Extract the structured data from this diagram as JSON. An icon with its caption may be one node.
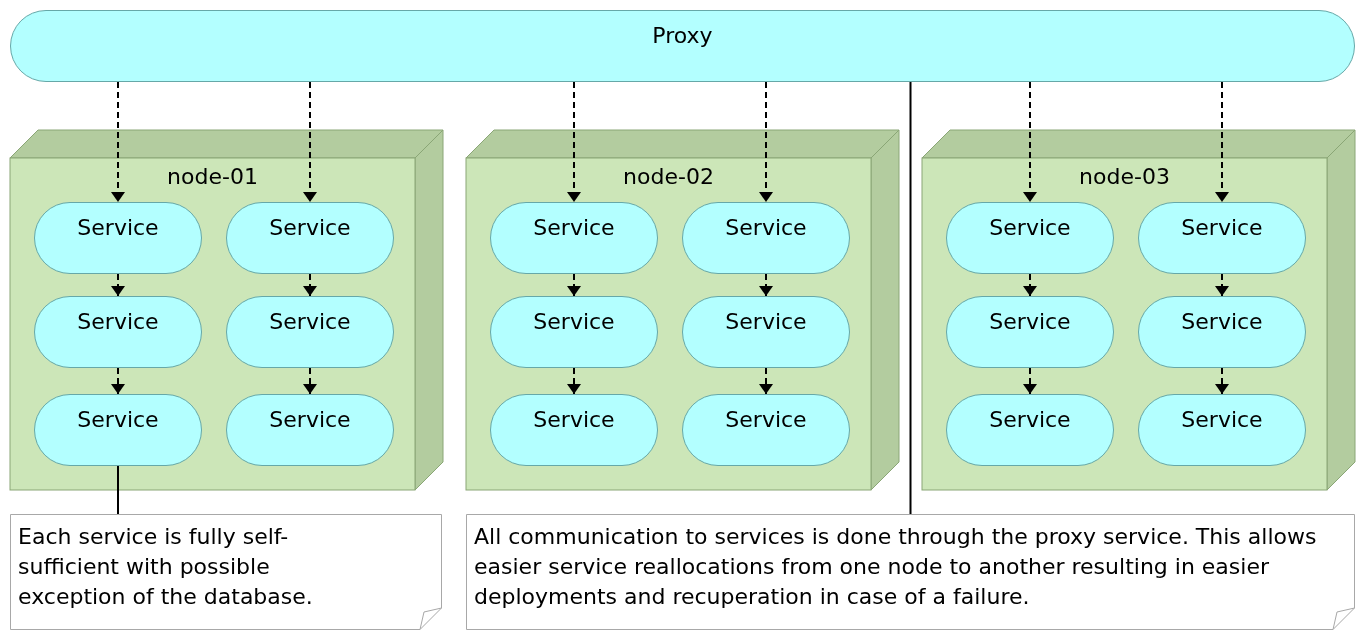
{
  "diagram": {
    "nodes": [
      {
        "text": [
          "Proxy"
        ]
      },
      {
        "text": [
          "node-01"
        ]
      },
      {
        "text": [
          "Service"
        ],
        "in": 1
      },
      {
        "text": [
          "Service"
        ],
        "in": 1
      },
      {
        "text": [
          "Service"
        ],
        "in": 1
      },
      {
        "text": [
          "Service"
        ],
        "in": 1
      },
      {
        "text": [
          "Service"
        ],
        "in": 1
      },
      {
        "text": [
          "Service"
        ],
        "in": 1
      },
      {
        "text": [
          "node-02"
        ]
      },
      {
        "text": [
          "Service"
        ],
        "in": 8
      },
      {
        "text": [
          "Service"
        ],
        "in": 8
      },
      {
        "text": [
          "Service"
        ],
        "in": 8
      },
      {
        "text": [
          "Service"
        ],
        "in": 8
      },
      {
        "text": [
          "Service"
        ],
        "in": 8
      },
      {
        "text": [
          "Service"
        ],
        "in": 8
      },
      {
        "text": [
          "node-03"
        ]
      },
      {
        "text": [
          "Service"
        ],
        "in": 15
      },
      {
        "text": [
          "Service"
        ],
        "in": 15
      },
      {
        "text": [
          "Service"
        ],
        "in": 15
      },
      {
        "text": [
          "Service"
        ],
        "in": 15
      },
      {
        "text": [
          "Service"
        ],
        "in": 15
      },
      {
        "text": [
          "Service"
        ],
        "in": 15
      },
      {
        "text": [
          "Each service is fully self-sufficient with possible exception of the database."
        ]
      },
      {
        "text": [
          "All communication to services is done through the proxy service. This allows easier service reallocations from one node to another resulting in easier deployments and recuperation in case of a failure."
        ]
      }
    ],
    "edges": [
      {
        "from": 0,
        "to": 2,
        "arrow": "to",
        "style": "dashed"
      },
      {
        "from": 2,
        "to": 4,
        "arrow": "to",
        "style": "dashed"
      },
      {
        "from": 4,
        "to": 6,
        "arrow": "to",
        "style": "dashed"
      },
      {
        "from": 0,
        "to": 3,
        "arrow": "to",
        "style": "dashed"
      },
      {
        "from": 3,
        "to": 5,
        "arrow": "to",
        "style": "dashed"
      },
      {
        "from": 5,
        "to": 7,
        "arrow": "to",
        "style": "dashed"
      },
      {
        "from": 0,
        "to": 9,
        "arrow": "to",
        "style": "dashed"
      },
      {
        "from": 9,
        "to": 11,
        "arrow": "to",
        "style": "dashed"
      },
      {
        "from": 11,
        "to": 13,
        "arrow": "to",
        "style": "dashed"
      },
      {
        "from": 0,
        "to": 10,
        "arrow": "to",
        "style": "dashed"
      },
      {
        "from": 10,
        "to": 12,
        "arrow": "to",
        "style": "dashed"
      },
      {
        "from": 12,
        "to": 14,
        "arrow": "to",
        "style": "dashed"
      },
      {
        "from": 0,
        "to": 16,
        "arrow": "to",
        "style": "dashed"
      },
      {
        "from": 16,
        "to": 18,
        "arrow": "to",
        "style": "dashed"
      },
      {
        "from": 18,
        "to": 20,
        "arrow": "to",
        "style": "dashed"
      },
      {
        "from": 0,
        "to": 17,
        "arrow": "to",
        "style": "dashed"
      },
      {
        "from": 17,
        "to": 19,
        "arrow": "to",
        "style": "dashed"
      },
      {
        "from": 19,
        "to": 21,
        "arrow": "to",
        "style": "dashed"
      },
      {
        "from": 6,
        "to": 22,
        "arrow": "none"
      },
      {
        "from": 0,
        "to": 23,
        "arrow": "none"
      }
    ]
  }
}
